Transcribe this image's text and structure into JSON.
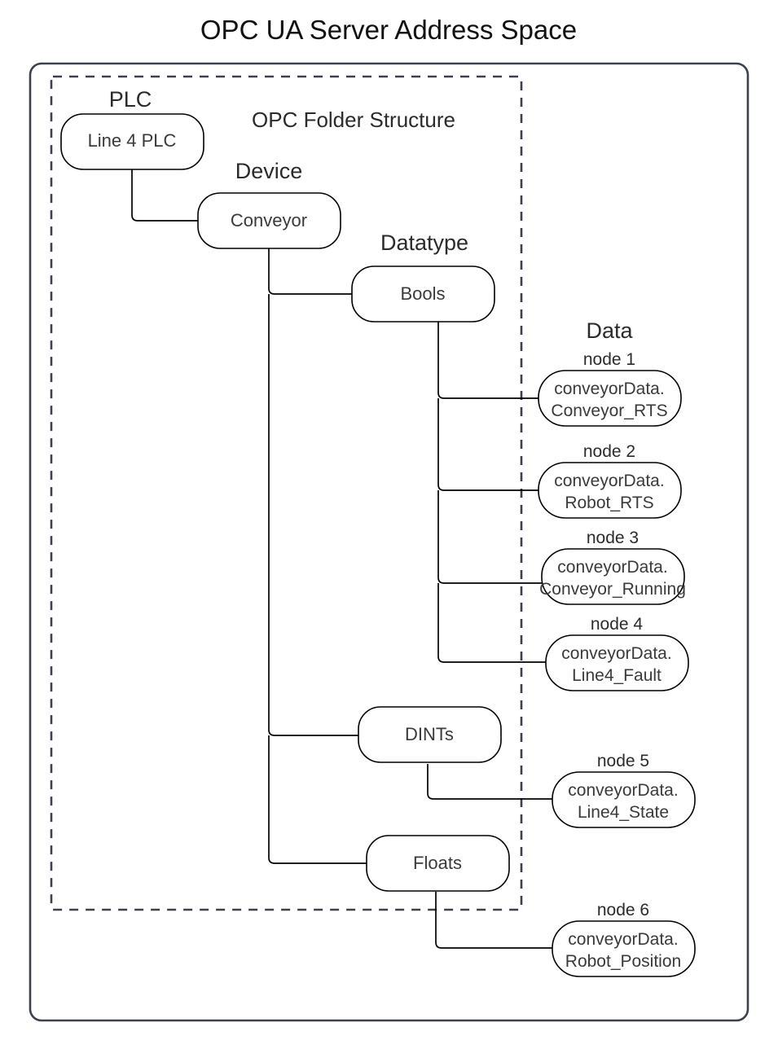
{
  "title": "OPC UA Server Address Space",
  "folder_structure_label": "OPC Folder Structure",
  "folder_structure_color": "#ff0000",
  "group_labels": {
    "plc": "PLC",
    "device": "Device",
    "datatype": "Datatype",
    "data": "Data"
  },
  "tree": {
    "plc_node": {
      "label": "Line 4 PLC"
    },
    "device_node": {
      "label": "Conveyor"
    },
    "datatype_nodes": [
      {
        "label": "Bools"
      },
      {
        "label": "DINTs"
      },
      {
        "label": "Floats"
      }
    ],
    "data_nodes": [
      {
        "caption": "node 1",
        "line1": "conveyorData.",
        "line2": "Conveyor_RTS",
        "parent": "Bools"
      },
      {
        "caption": "node 2",
        "line1": "conveyorData.",
        "line2": "Robot_RTS",
        "parent": "Bools"
      },
      {
        "caption": "node 3",
        "line1": "conveyorData.",
        "line2": "Conveyor_Running",
        "parent": "Bools"
      },
      {
        "caption": "node 4",
        "line1": "conveyorData.",
        "line2": "Line4_Fault",
        "parent": "Bools"
      },
      {
        "caption": "node 5",
        "line1": "conveyorData.",
        "line2": "Line4_State",
        "parent": "DINTs"
      },
      {
        "caption": "node 6",
        "line1": "conveyorData.",
        "line2": "Robot_Position",
        "parent": "Floats"
      }
    ]
  },
  "chart_data": {
    "type": "diagram",
    "title": "OPC UA Server Address Space",
    "structure": "tree",
    "levels": [
      "PLC",
      "Device",
      "Datatype",
      "Data"
    ],
    "nodes": [
      {
        "id": "Line 4 PLC",
        "level": "PLC",
        "parent": null
      },
      {
        "id": "Conveyor",
        "level": "Device",
        "parent": "Line 4 PLC"
      },
      {
        "id": "Bools",
        "level": "Datatype",
        "parent": "Conveyor"
      },
      {
        "id": "DINTs",
        "level": "Datatype",
        "parent": "Conveyor"
      },
      {
        "id": "Floats",
        "level": "Datatype",
        "parent": "Conveyor"
      },
      {
        "id": "conveyorData.Conveyor_RTS",
        "level": "Data",
        "parent": "Bools",
        "caption": "node 1"
      },
      {
        "id": "conveyorData.Robot_RTS",
        "level": "Data",
        "parent": "Bools",
        "caption": "node 2"
      },
      {
        "id": "conveyorData.Conveyor_Running",
        "level": "Data",
        "parent": "Bools",
        "caption": "node 3"
      },
      {
        "id": "conveyorData.Line4_Fault",
        "level": "Data",
        "parent": "Bools",
        "caption": "node 4"
      },
      {
        "id": "conveyorData.Line4_State",
        "level": "Data",
        "parent": "DINTs",
        "caption": "node 5"
      },
      {
        "id": "conveyorData.Robot_Position",
        "level": "Data",
        "parent": "Floats",
        "caption": "node 6"
      }
    ],
    "annotations": [
      "OPC Folder Structure"
    ]
  }
}
